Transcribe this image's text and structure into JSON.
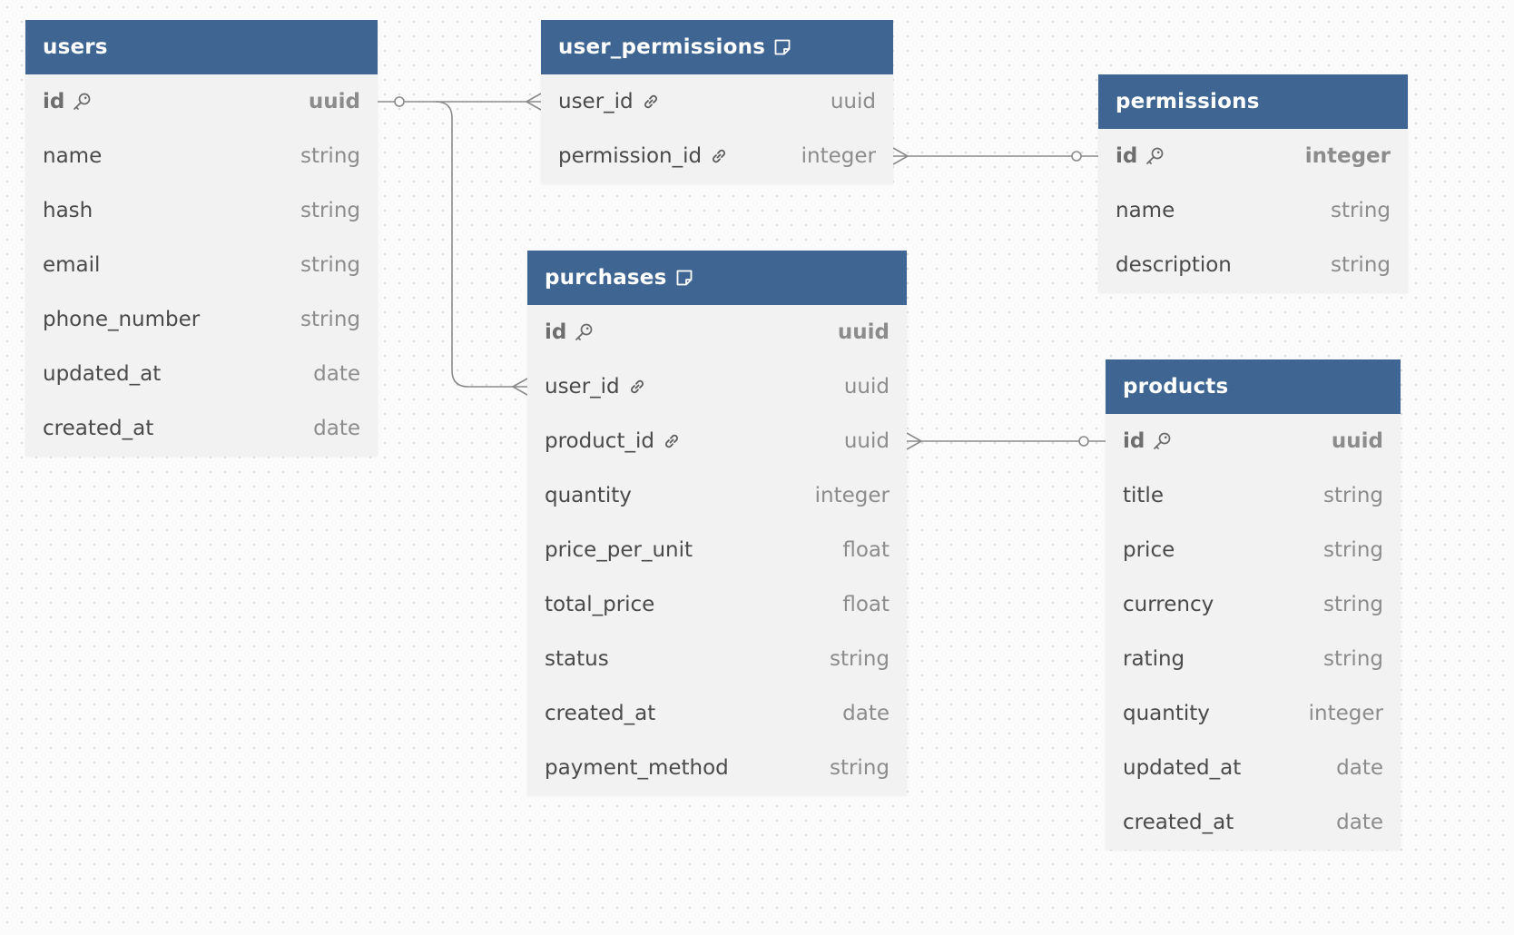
{
  "colors": {
    "header_bg": "#3f6692",
    "header_text": "#ffffff",
    "body_bg": "#f2f2f2",
    "name_text": "#4a4a4a",
    "type_text": "#8c8c8c",
    "link_line": "#8a8a8a"
  },
  "tables": {
    "users": {
      "title": "users",
      "has_note_icon": false,
      "columns": [
        {
          "name": "id",
          "type": "uuid",
          "icon": "key-icon",
          "pk": true
        },
        {
          "name": "name",
          "type": "string"
        },
        {
          "name": "hash",
          "type": "string"
        },
        {
          "name": "email",
          "type": "string"
        },
        {
          "name": "phone_number",
          "type": "string"
        },
        {
          "name": "updated_at",
          "type": "date"
        },
        {
          "name": "created_at",
          "type": "date"
        }
      ]
    },
    "user_permissions": {
      "title": "user_permissions",
      "has_note_icon": true,
      "columns": [
        {
          "name": "user_id",
          "type": "uuid",
          "icon": "link-icon"
        },
        {
          "name": "permission_id",
          "type": "integer",
          "icon": "link-icon"
        }
      ]
    },
    "permissions": {
      "title": "permissions",
      "has_note_icon": false,
      "columns": [
        {
          "name": "id",
          "type": "integer",
          "icon": "key-icon",
          "pk": true
        },
        {
          "name": "name",
          "type": "string"
        },
        {
          "name": "description",
          "type": "string"
        }
      ]
    },
    "purchases": {
      "title": "purchases",
      "has_note_icon": true,
      "columns": [
        {
          "name": "id",
          "type": "uuid",
          "icon": "key-icon",
          "pk": true
        },
        {
          "name": "user_id",
          "type": "uuid",
          "icon": "link-icon"
        },
        {
          "name": "product_id",
          "type": "uuid",
          "icon": "link-icon"
        },
        {
          "name": "quantity",
          "type": "integer"
        },
        {
          "name": "price_per_unit",
          "type": "float"
        },
        {
          "name": "total_price",
          "type": "float"
        },
        {
          "name": "status",
          "type": "string"
        },
        {
          "name": "created_at",
          "type": "date"
        },
        {
          "name": "payment_method",
          "type": "string"
        }
      ]
    },
    "products": {
      "title": "products",
      "has_note_icon": false,
      "columns": [
        {
          "name": "id",
          "type": "uuid",
          "icon": "key-icon",
          "pk": true
        },
        {
          "name": "title",
          "type": "string"
        },
        {
          "name": "price",
          "type": "string"
        },
        {
          "name": "currency",
          "type": "string"
        },
        {
          "name": "rating",
          "type": "string"
        },
        {
          "name": "quantity",
          "type": "integer"
        },
        {
          "name": "updated_at",
          "type": "date"
        },
        {
          "name": "created_at",
          "type": "date"
        }
      ]
    }
  },
  "relationships": [
    {
      "from": "users.id",
      "to": "user_permissions.user_id",
      "cardinality": "one-to-many"
    },
    {
      "from": "permissions.id",
      "to": "user_permissions.permission_id",
      "cardinality": "one-to-many"
    },
    {
      "from": "users.id",
      "to": "purchases.user_id",
      "cardinality": "one-to-many"
    },
    {
      "from": "products.id",
      "to": "purchases.product_id",
      "cardinality": "one-to-many"
    }
  ]
}
